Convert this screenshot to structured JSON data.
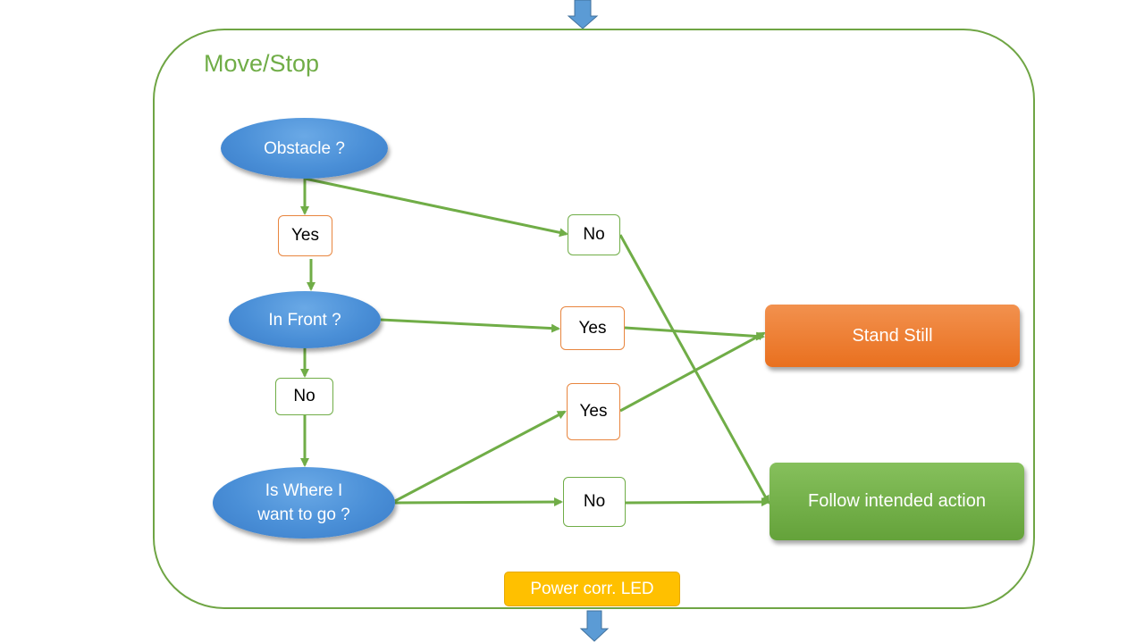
{
  "diagram": {
    "title": "Move/Stop",
    "nodes": {
      "obstacle": "Obstacle ?",
      "in_front": "In Front ?",
      "is_where_line1": "Is Where I",
      "is_where_line2": "want to go ?"
    },
    "labels": {
      "obstacle_yes": "Yes",
      "obstacle_no": "No",
      "in_front_yes": "Yes",
      "in_front_no": "No",
      "is_where_yes": "Yes",
      "is_where_no": "No"
    },
    "outcomes": {
      "stand_still": "Stand Still",
      "follow_action": "Follow intended action"
    },
    "footer_box": "Power corr. LED",
    "colors": {
      "connector": "#70ad47",
      "decision": "#4a8fd7",
      "stand_still": "#ed7d31",
      "follow_action": "#70ad47",
      "footer": "#ffc000",
      "flow_arrow": "#5b9bd5"
    }
  }
}
